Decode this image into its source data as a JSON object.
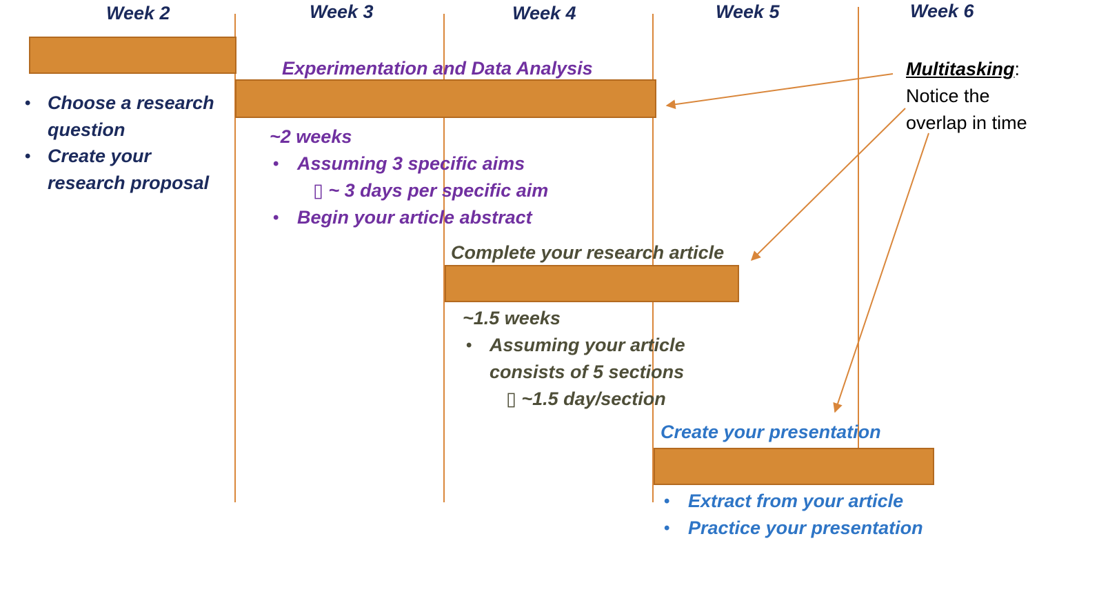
{
  "weeks": [
    "Week 2",
    "Week 3",
    "Week 4",
    "Week 5",
    "Week 6"
  ],
  "colors": {
    "bar": "#d68a35",
    "grid_line": "#d9863a",
    "navy": "#1b2a5c",
    "purple": "#7030a0",
    "olive": "#4e4e38",
    "blue": "#2e75c6"
  },
  "phase1": {
    "bullets": [
      "Choose a research",
      "question",
      "Create your",
      "research proposal"
    ]
  },
  "phase2": {
    "title": "Experimentation and Data Analysis",
    "duration": "~2 weeks",
    "bullet1": "Assuming 3 specific aims",
    "sub1": "▯ ~ 3 days per specific aim",
    "bullet2": "Begin your article abstract"
  },
  "phase3": {
    "title": "Complete your research article",
    "duration": "~1.5 weeks",
    "bullet1_line1": "Assuming your article",
    "bullet1_line2": "consists of 5 sections",
    "sub1": "▯ ~1.5 day/section"
  },
  "phase4": {
    "title": "Create your presentation",
    "bullet1": "Extract from your article",
    "bullet2": "Practice your presentation"
  },
  "note": {
    "title": "Multitasking",
    "colon": ":",
    "line1": "Notice the",
    "line2": "overlap in time"
  }
}
